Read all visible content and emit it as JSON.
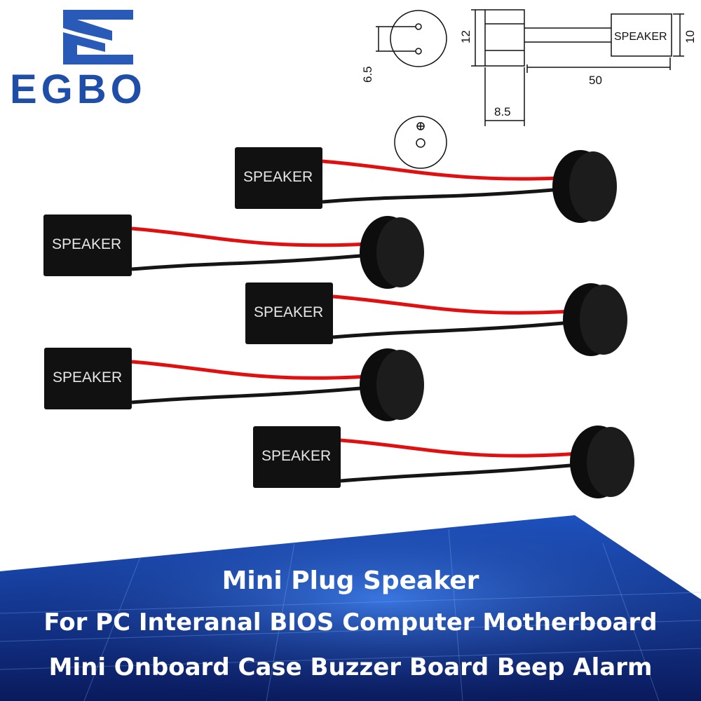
{
  "brand": {
    "name": "EGBO",
    "color": "#1f4ea8"
  },
  "diagram": {
    "dim_bottom_diameter": "6.5",
    "dim_height": "12",
    "dim_label_height": "10",
    "dim_cable_length": "50",
    "dim_body_width": "8.5",
    "label": "SPEAKER"
  },
  "products": [
    {
      "label": "SPEAKER"
    },
    {
      "label": "SPEAKER"
    },
    {
      "label": "SPEAKER"
    },
    {
      "label": "SPEAKER"
    },
    {
      "label": "SPEAKER"
    }
  ],
  "banner": {
    "line1": "Mini Plug Speaker",
    "line2": "For PC Interanal BIOS Computer Motherboard",
    "line3": "Mini Onboard Case Buzzer Board Beep Alarm",
    "color_dark": "#0a1a5c",
    "color_light": "#1e56c8"
  },
  "colors": {
    "wire_red": "#e01010",
    "wire_black": "#151515",
    "connector": "#111111"
  }
}
